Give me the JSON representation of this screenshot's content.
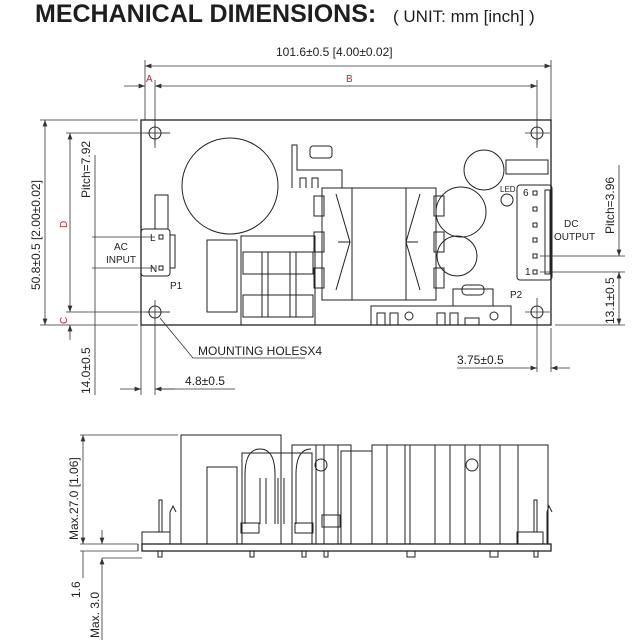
{
  "title": {
    "main": "MECHANICAL DIMENSIONS:",
    "unit": "( UNIT: mm [inch] )"
  },
  "top_view": {
    "width_dim": "101.6±0.5  [4.00±0.02]",
    "label_a": "A",
    "label_b": "B",
    "label_c": "C",
    "label_d": "D",
    "height_dim": "50.8±0.5  [2.00±0.02]",
    "pitch_p1": "Pitch=7.92",
    "ac_input": [
      "AC",
      "INPUT"
    ],
    "pin_l": "L",
    "pin_n": "N",
    "p1": "P1",
    "p2": "P2",
    "led": "LED",
    "pin_6": "6",
    "pin_1": "1",
    "dc_output": [
      "DC",
      "OUTPUT"
    ],
    "pitch_p2": "Pitch=3.96",
    "dim_13_1": "13.1±0.5",
    "dim_14_0": "14.0±0.5",
    "mounting_holes": "MOUNTING  HOLESX4",
    "dim_4_8": "4.8±0.5",
    "dim_3_75": "3.75±0.5"
  },
  "side_view": {
    "max_height": "Max.27.0  [1.06]",
    "pcb": "1.6",
    "max_pin": "Max.  3.0"
  }
}
